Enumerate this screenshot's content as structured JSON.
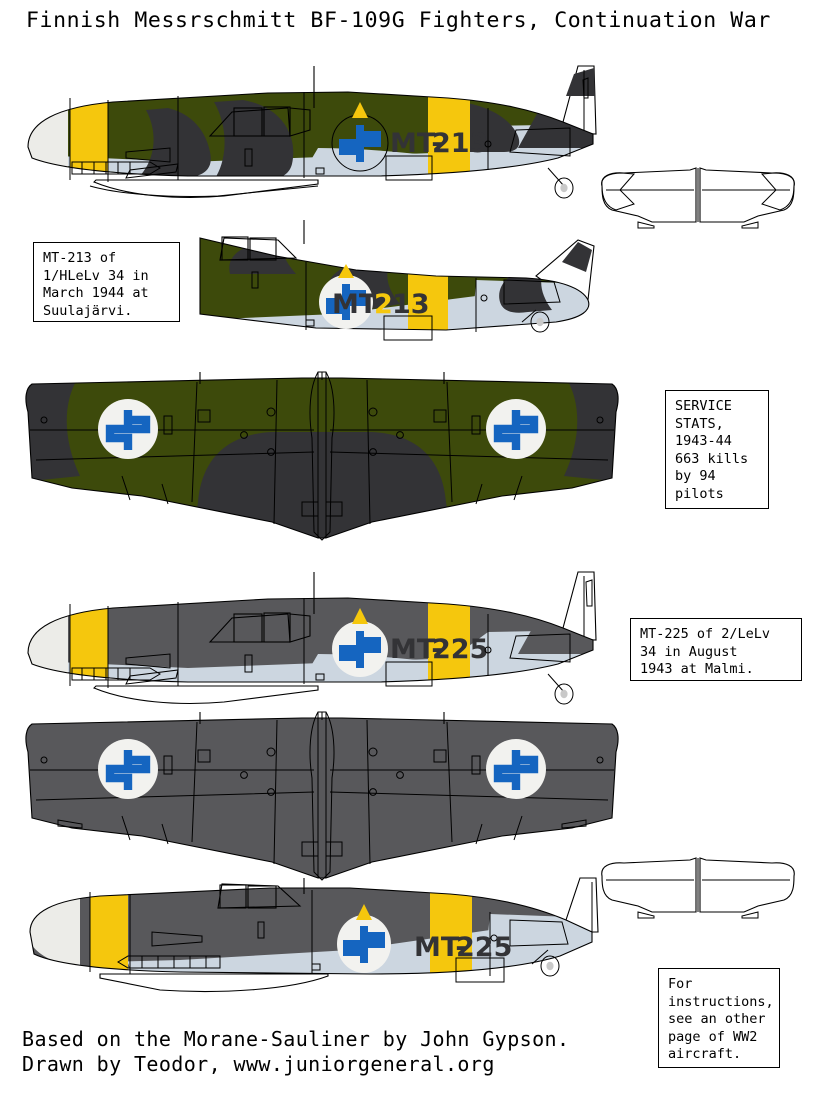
{
  "title": "Finnish Messrschmitt BF-109G Fighters, Continuation War",
  "credit_line1": "Based on the Morane-Sauliner by John Gypson.",
  "credit_line2": "Drawn by Teodor, www.juniorgeneral.org",
  "notes": {
    "mt213": "MT-213 of\n1/HLeLv 34 in\nMarch 1944 at\nSuulajärvi.",
    "stats": "SERVICE\nSTATS,\n1943-44\n663 kills\nby 94\npilots",
    "mt225": "MT-225 of 2/LeLv\n34 in August\n1943 at Malmi.",
    "instructions": "For\ninstructions,\nsee an other\npage of WW2\naircraft."
  },
  "aircraft": {
    "green_code": "MT-213",
    "grey_code": "MT-225"
  },
  "colors": {
    "olive_green": "#3d4a0b",
    "dark_camo": "#333336",
    "grey_upper": "#58585b",
    "grey_dark": "#4a4a4d",
    "yellow": "#f5c70d",
    "underside": "#ccd6e0",
    "spinner": "#ecece8",
    "roundel_white": "#f2f2ef",
    "swastika_blue": "#1565c0",
    "outline": "#000000",
    "page_bg": "#ffffff"
  },
  "views": [
    {
      "name": "side-view-mt213-left",
      "scheme": "green",
      "code": "MT-213",
      "facing": "left"
    },
    {
      "name": "tailplane-green",
      "scheme": "green",
      "code": "",
      "facing": "top"
    },
    {
      "name": "side-view-mt213-right",
      "scheme": "green",
      "code": "MT-213",
      "facing": "right"
    },
    {
      "name": "top-view-green",
      "scheme": "green",
      "code": "",
      "facing": "top"
    },
    {
      "name": "side-view-mt225-left",
      "scheme": "grey",
      "code": "MT-225",
      "facing": "left"
    },
    {
      "name": "top-view-grey",
      "scheme": "grey",
      "code": "",
      "facing": "top"
    },
    {
      "name": "side-view-mt225-right",
      "scheme": "grey",
      "code": "MT-225",
      "facing": "right"
    },
    {
      "name": "tailplane-grey",
      "scheme": "grey",
      "code": "",
      "facing": "top"
    }
  ]
}
